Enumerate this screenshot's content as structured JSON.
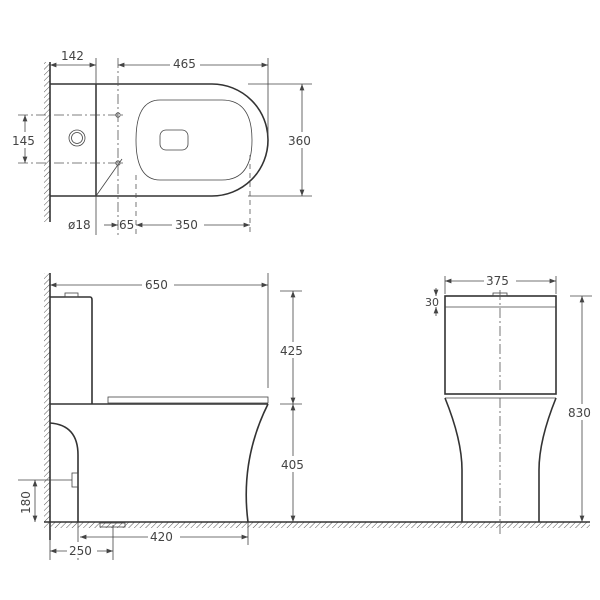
{
  "top_view": {
    "d_142": "142",
    "d_465": "465",
    "d_360": "360",
    "d_145": "145",
    "d_dia18": "ø18",
    "d_65": "65",
    "d_350": "350"
  },
  "side_view": {
    "d_650": "650",
    "d_425": "425",
    "d_405": "405",
    "d_180": "180",
    "d_420": "420",
    "d_250": "250"
  },
  "front_view": {
    "d_375": "375",
    "d_30": "30",
    "d_830": "830"
  }
}
